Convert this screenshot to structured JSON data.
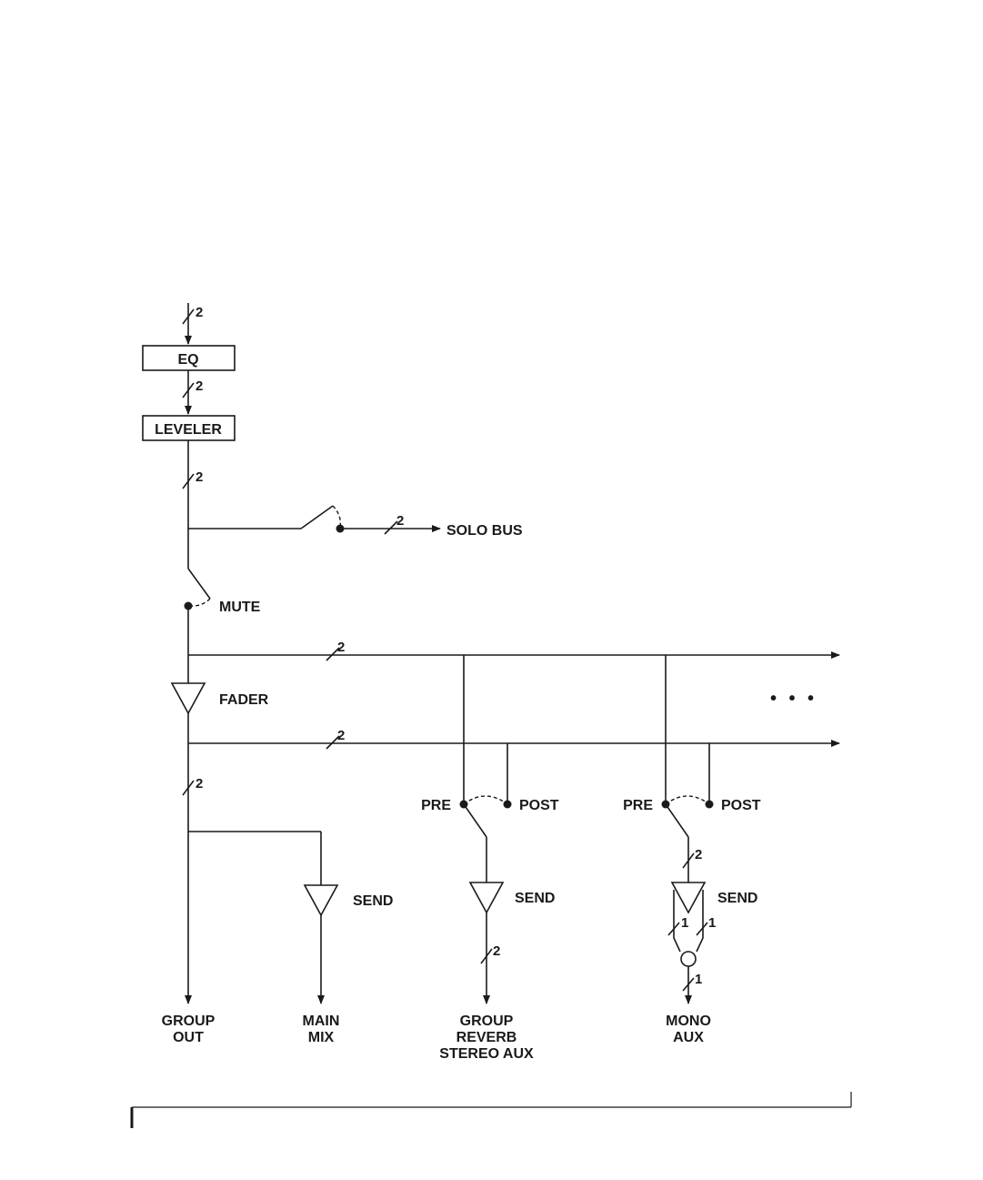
{
  "blocks": {
    "eq": "EQ",
    "leveler": "LEVELER"
  },
  "labels": {
    "solo_bus": "SOLO BUS",
    "mute": "MUTE",
    "fader": "FADER",
    "pre_1": "PRE",
    "post_1": "POST",
    "pre_2": "PRE",
    "post_2": "POST",
    "send_main": "SEND",
    "send_group": "SEND",
    "send_mono": "SEND",
    "ellipsis": "• • •"
  },
  "outputs": {
    "group_out": [
      "GROUP",
      "OUT"
    ],
    "main_mix": [
      "MAIN",
      "MIX"
    ],
    "group_reverb": [
      "GROUP",
      "REVERB",
      "STEREO AUX"
    ],
    "mono_aux": [
      "MONO",
      "AUX"
    ]
  },
  "channel_counts": {
    "input": "2",
    "eq_to_leveler": "2",
    "leveler_out": "2",
    "solo": "2",
    "pre_fader_bus": "2",
    "post_fader_bus": "2",
    "group_out": "2",
    "reverb_out": "2",
    "mono_in": "2",
    "mono_left": "1",
    "mono_right": "1",
    "mono_out": "1"
  },
  "colors": {
    "ink": "#1a1a1a",
    "background": "#ffffff"
  }
}
